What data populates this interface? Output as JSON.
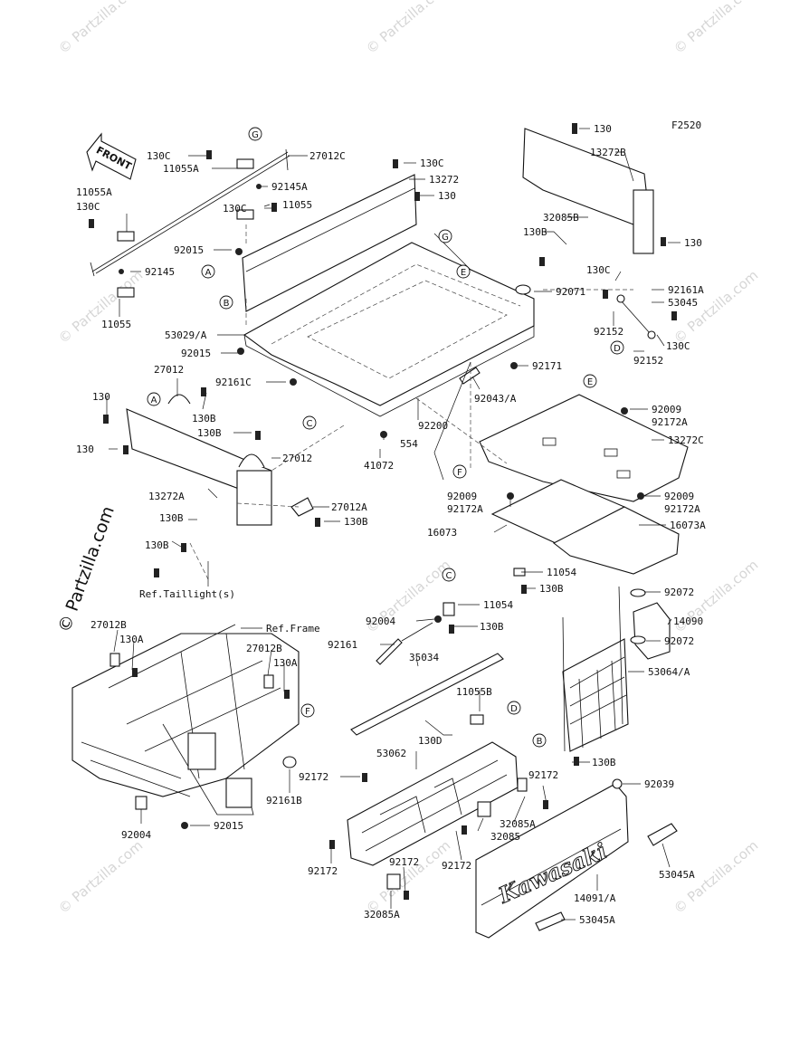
{
  "figure_code": "F2520",
  "front_label": "FRONT",
  "side_watermark": "© Partzilla.com",
  "watermark_text": "© Partzilla.com",
  "logo_text": "Kawasaki",
  "callout_letters": [
    "A",
    "B",
    "C",
    "D",
    "E",
    "F",
    "G"
  ],
  "labels": [
    "130",
    "13272B",
    "130C",
    "27012C",
    "11055A",
    "92145A",
    "130C",
    "13272",
    "130",
    "130C",
    "11055A",
    "11055",
    "130C",
    "92015",
    "32085B",
    "130B",
    "130",
    "92145",
    "130C",
    "92161A",
    "53045",
    "11055",
    "92071",
    "53029/A",
    "92152",
    "130C",
    "92015",
    "92152",
    "27012",
    "92161C",
    "92171",
    "130",
    "130B",
    "130B",
    "92043/A",
    "92009",
    "92172A",
    "13272C",
    "130",
    "27012",
    "554",
    "92200",
    "41072",
    "13272A",
    "27012A",
    "130B",
    "92009",
    "92172A",
    "92009",
    "92172A",
    "16073",
    "16073A",
    "130B",
    "130B",
    "11054",
    "130B",
    "Ref.Taillight(s)",
    "11054",
    "92072",
    "27012B",
    "Ref.Frame",
    "92004",
    "130B",
    "14090",
    "130A",
    "92161",
    "27012B",
    "130A",
    "35034",
    "92072",
    "53064/A",
    "11055B",
    "130D",
    "53062",
    "130B",
    "92172",
    "92172",
    "92039",
    "92161B",
    "32085A",
    "32085",
    "92004",
    "92015",
    "92172",
    "92172",
    "92172",
    "53045A",
    "14091/A",
    "32085A",
    "53045A"
  ]
}
